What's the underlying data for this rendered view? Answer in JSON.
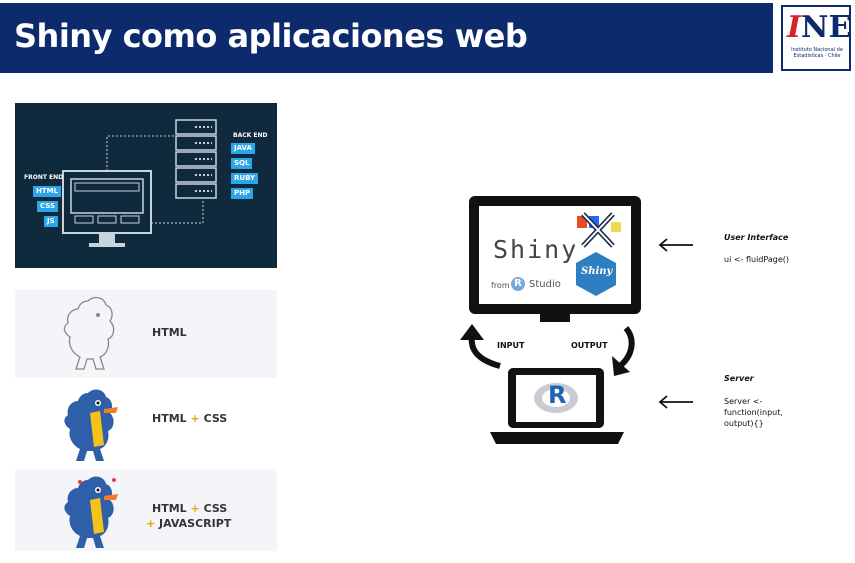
{
  "slide": {
    "title": "Shiny como aplicaciones web"
  },
  "logo": {
    "mark_n": "N",
    "mark_i": "I",
    "mark_e": "E",
    "subtitle": "Instituto Nacional de Estadísticas · Chile"
  },
  "stack": {
    "front_end_label": "FRONT END",
    "back_end_label": "BACK END",
    "front_items": [
      "HTML",
      "CSS",
      "JS"
    ],
    "back_items": [
      "JAVA",
      "SQL",
      "RUBY",
      "PHP"
    ],
    "chip_color": "#2ba6e8",
    "panel_color": "#0f2a3d"
  },
  "levels": [
    {
      "label_a": "HTML",
      "plus1": "",
      "label_b": "",
      "plus2": "",
      "label_c": ""
    },
    {
      "label_a": "HTML",
      "plus1": " + ",
      "label_b": "CSS",
      "plus2": "",
      "label_c": ""
    },
    {
      "label_a": "HTML",
      "plus1": " + ",
      "label_b": "CSS",
      "plus2": "+ ",
      "label_c": "JAVASCRIPT"
    }
  ],
  "architecture": {
    "shiny_word": "Shiny",
    "from_word": "from",
    "r_badge": "R",
    "studio_word": "Studio",
    "shiny_hex": "Shiny",
    "input_label": "INPUT",
    "output_label": "OUTPUT",
    "r_logo": "R",
    "ui_heading": "User Interface",
    "ui_code": "ui <- fluidPage()",
    "server_heading": "Server",
    "server_code_1": "Server <-",
    "server_code_2": "function(input,",
    "server_code_3": "output){}"
  }
}
